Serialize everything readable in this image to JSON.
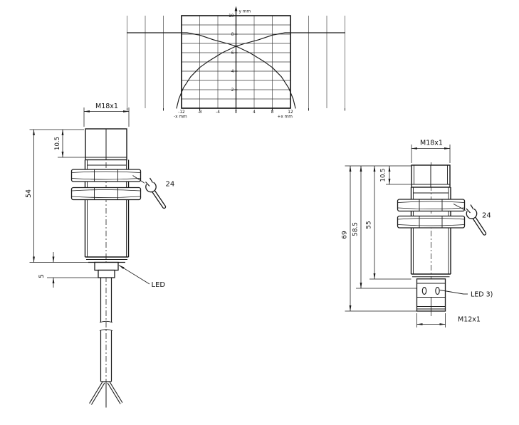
{
  "chart_data": {
    "type": "line",
    "ylabel": "y mm",
    "xlabel_neg": "-x mm",
    "xlabel_pos": "+x mm",
    "xlim": [
      -12,
      12
    ],
    "ylim": [
      0,
      10
    ],
    "x_tick_values": [
      -12,
      -8,
      -4,
      0,
      4,
      8,
      12
    ],
    "y_tick_values": [
      2,
      4,
      6,
      8,
      10
    ],
    "grid": {
      "x_step": 2,
      "y_step": 1,
      "visible": true
    },
    "legend": "none",
    "series": [
      {
        "name": "response-curve-from-left",
        "points": [
          [
            -12,
            8.15
          ],
          [
            -5.4,
            8.15
          ],
          [
            -4,
            7.9
          ],
          [
            -2.5,
            7.4
          ],
          [
            -1,
            7.0
          ],
          [
            0,
            6.7
          ],
          [
            1.5,
            6.0
          ],
          [
            3,
            5.1
          ],
          [
            4,
            4.4
          ],
          [
            5,
            3.4
          ],
          [
            5.8,
            2.2
          ],
          [
            6.3,
            1.0
          ],
          [
            6.55,
            0
          ]
        ]
      },
      {
        "name": "response-curve-from-right",
        "points": [
          [
            12,
            8.15
          ],
          [
            5.4,
            8.15
          ],
          [
            4,
            7.9
          ],
          [
            2.5,
            7.4
          ],
          [
            1,
            7.0
          ],
          [
            0,
            6.7
          ],
          [
            -1.5,
            6.0
          ],
          [
            -3,
            5.1
          ],
          [
            -4,
            4.4
          ],
          [
            -5,
            3.4
          ],
          [
            -5.8,
            2.2
          ],
          [
            -6.3,
            1.0
          ],
          [
            -6.55,
            0
          ]
        ]
      }
    ]
  },
  "left_drawing": {
    "thread_label": "M18x1",
    "head_height": "10.5",
    "overall_length": "54",
    "step_height": "5",
    "led_label": "LED",
    "wrench_size": "24"
  },
  "right_drawing": {
    "thread_label": "M18x1",
    "head_height": "10.5",
    "dim_overall": "69",
    "dim_to_led": "58.5",
    "dim_body": "55",
    "wrench_size": "24",
    "led_label": "LED 3)",
    "connector_label": "M12x1"
  }
}
